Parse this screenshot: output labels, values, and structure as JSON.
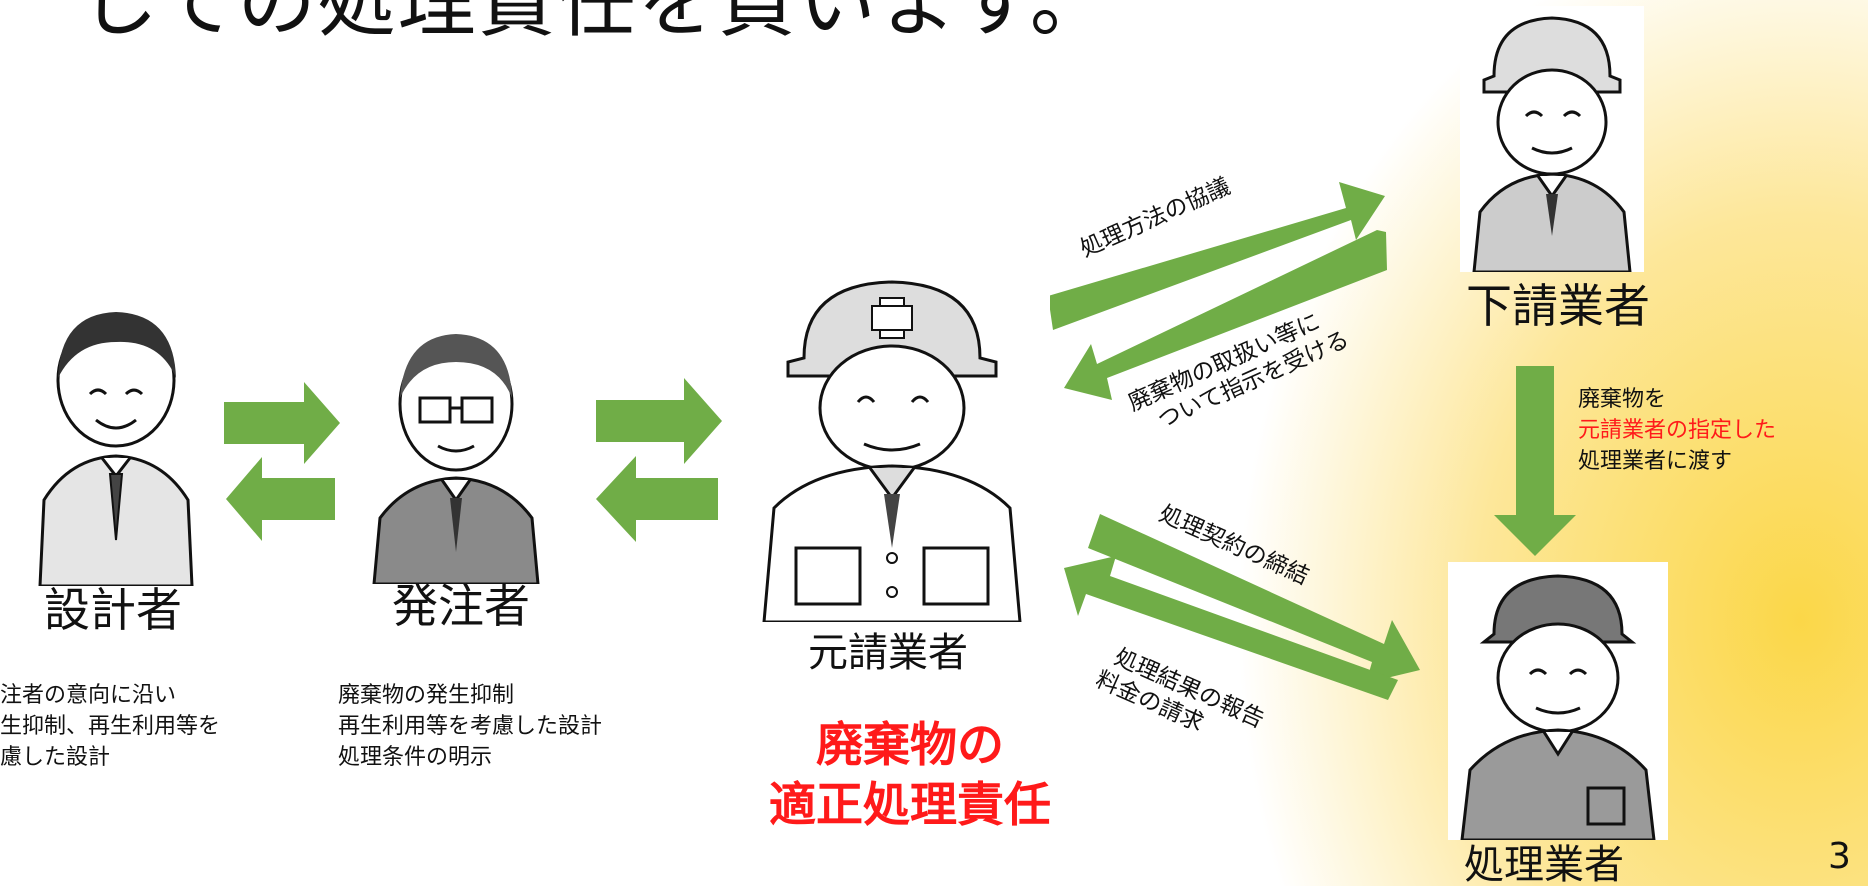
{
  "slide": {
    "title": "しての処理責任を負います。",
    "page_number": "3"
  },
  "roles": {
    "designer": "設計者",
    "client": "発注者",
    "prime_contractor": "元請業者",
    "subcontractor": "下請業者",
    "disposal_contractor": "処理業者"
  },
  "designer_note": {
    "line1": "注者の意向に沿い",
    "line2": "生抑制、再生利用等を",
    "line3": "慮した設計"
  },
  "client_note": {
    "line1": "廃棄物の発生抑制",
    "line2": "再生利用等を考慮した設計",
    "line3": "処理条件の明示"
  },
  "responsibility": {
    "line1": "廃棄物の",
    "line2": "適正処理責任"
  },
  "flows": {
    "sub_consult": "処理方法の協議",
    "sub_instruct_line1": "廃棄物の取扱い等に",
    "sub_instruct_line2": "ついて指示を受ける",
    "contract": "処理契約の締結",
    "report_line1": "処理結果の報告",
    "report_line2": "料金の請求",
    "handover_line1": "廃棄物を",
    "handover_line2": "元請業者の指定した",
    "handover_line3": "処理業者に渡す"
  },
  "colors": {
    "arrow": "#70ad47",
    "emphasis": "#ff1a1a",
    "background_glow": "#fbd748"
  }
}
